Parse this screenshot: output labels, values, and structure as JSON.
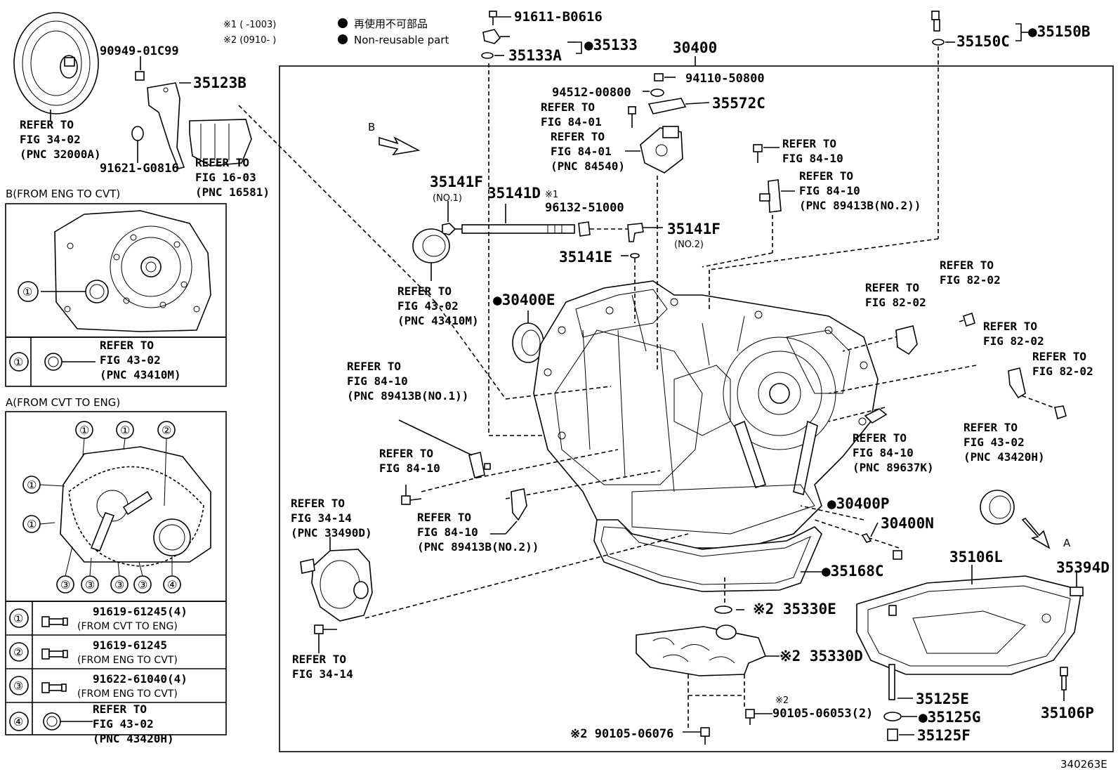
{
  "legend": {
    "note1": "※1 (      -1003)",
    "note2": "※2 (0910-       )",
    "nonreusable_ja": "再使用不可部品",
    "nonreusable_en": "Non-reusable part"
  },
  "figure_id": "340263E",
  "labels": {
    "p30400": "30400",
    "p90949": "90949-01C99",
    "p35123B": "35123B",
    "p91621": "91621-G0816",
    "p91611": "91611-B0616",
    "p35133": "●35133",
    "p35133A": "35133A",
    "p35150C": "35150C",
    "p35150B": "●35150B",
    "p94110": "94110-50800",
    "p94512": "94512-00800",
    "p35572C": "35572C",
    "p35141F_1": "35141F",
    "p35141F_1_sub": "(NO.1)",
    "p35141D": "35141D",
    "p35141D_note": "※1",
    "p96132": "96132-51000",
    "p35141F_2": "35141F",
    "p35141F_2_sub": "(NO.2)",
    "p35141E": "35141E",
    "p30400E": "●30400E",
    "p30400P": "●30400P",
    "p30400N": "30400N",
    "p35168C": "●35168C",
    "p35330E": "※2 35330E",
    "p35330D": "※2 35330D",
    "p35106L": "35106L",
    "p35394D": "35394D",
    "p35125E": "35125E",
    "p35125G": "●35125G",
    "p35125F": "35125F",
    "p35106P": "35106P",
    "p90105_06053_note": "※2",
    "p90105_06053": "90105-06053(2)",
    "p90105_06076": "※2 90105-06076",
    "letterB": "B",
    "letterA": "A"
  },
  "refer": {
    "r_32000A": [
      "REFER TO",
      "FIG 34-02",
      "(PNC 32000A)"
    ],
    "r_16581": [
      "REFER TO",
      "FIG 16-03",
      "(PNC 16581)"
    ],
    "r_84_01a": [
      "REFER TO",
      "FIG 84-01"
    ],
    "r_84540": [
      "REFER TO",
      "FIG 84-01",
      "(PNC 84540)"
    ],
    "r_84_10a": [
      "REFER TO",
      "FIG 84-10"
    ],
    "r_89413B_2a": [
      "REFER TO",
      "FIG 84-10",
      "(PNC 89413B(NO.2))"
    ],
    "r_43410M": [
      "REFER TO",
      "FIG 43-02",
      "(PNC 43410M)"
    ],
    "r_82_02a": [
      "REFER TO",
      "FIG 82-02"
    ],
    "r_82_02b": [
      "REFER TO",
      "FIG 82-02"
    ],
    "r_82_02c": [
      "REFER TO",
      "FIG 82-02"
    ],
    "r_82_02d": [
      "REFER TO",
      "FIG 82-02"
    ],
    "r_89413B_1": [
      "REFER TO",
      "FIG 84-10",
      "(PNC 89413B(NO.1))"
    ],
    "r_84_10b": [
      "REFER TO",
      "FIG 84-10"
    ],
    "r_89413B_2b": [
      "REFER TO",
      "FIG 84-10",
      "(PNC 89413B(NO.2))"
    ],
    "r_89637K": [
      "REFER TO",
      "FIG 84-10",
      "(PNC 89637K)"
    ],
    "r_43420H": [
      "REFER TO",
      "FIG 43-02",
      "(PNC 43420H)"
    ],
    "r_33490D": [
      "REFER TO",
      "FIG 34-14",
      "(PNC 33490D)"
    ],
    "r_34_14": [
      "REFER TO",
      "FIG 34-14"
    ]
  },
  "panelB": {
    "title": "B(FROM ENG TO CVT)",
    "callout": "①",
    "rows": [
      {
        "num": "①",
        "lines": [
          "REFER TO",
          "FIG 43-02",
          "(PNC 43410M)"
        ]
      }
    ]
  },
  "panelA": {
    "title": "A(FROM CVT TO ENG)",
    "callouts": [
      "①",
      "①",
      "②",
      "①",
      "①",
      "③",
      "③",
      "③",
      "③",
      "④"
    ],
    "rows": [
      {
        "num": "①",
        "lines": [
          "91619-61245(4)",
          "(FROM CVT TO ENG)"
        ]
      },
      {
        "num": "②",
        "lines": [
          "91619-61245",
          "(FROM ENG TO CVT)"
        ]
      },
      {
        "num": "③",
        "lines": [
          "91622-61040(4)",
          "(FROM ENG TO CVT)"
        ]
      },
      {
        "num": "④",
        "lines": [
          "REFER TO",
          "FIG 43-02",
          "(PNC 43420H)"
        ]
      }
    ]
  }
}
